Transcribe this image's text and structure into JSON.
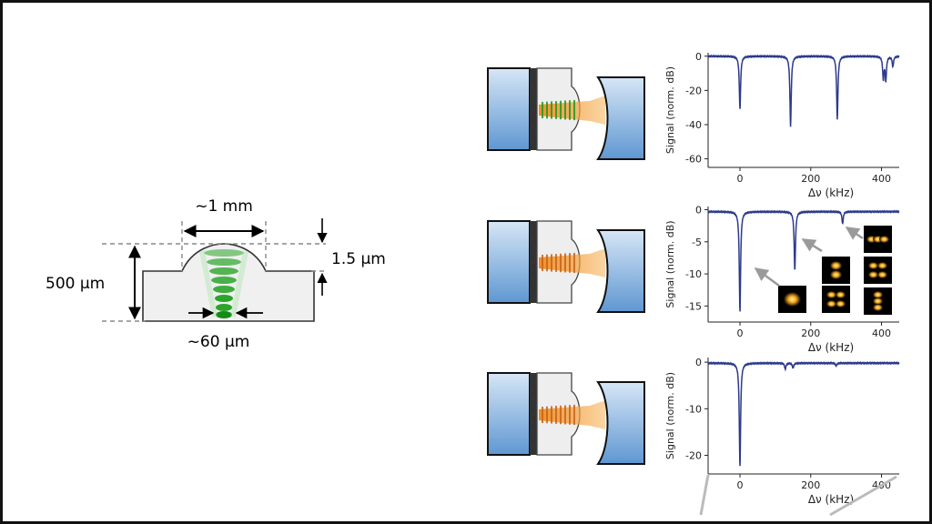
{
  "dome": {
    "width_label": "~1 mm",
    "height_label": "1.5 µm",
    "thickness_label": "500 µm",
    "spot_label": "~60 µm"
  },
  "colors": {
    "green": "#22aa22",
    "orange": "#f39a2c",
    "mirror_blue_top": "#c8ddf2",
    "mirror_blue_bottom": "#6ea3d8",
    "trace": "#2c3a8c"
  },
  "chart_data": [
    {
      "type": "line",
      "xlabel": "Δν (kHz)",
      "ylabel": "Signal (norm. dB)",
      "xlim": [
        -90,
        450
      ],
      "ylim": [
        -65,
        2
      ],
      "xticks": [
        0,
        200,
        400
      ],
      "yticks": [
        0,
        -20,
        -40,
        -60
      ],
      "baseline": 0,
      "dips": [
        {
          "x": 0,
          "depth": -31
        },
        {
          "x": 143,
          "depth": -41
        },
        {
          "x": 275,
          "depth": -37
        },
        {
          "x": 405,
          "depth": -13
        },
        {
          "x": 412,
          "depth": -14
        },
        {
          "x": 432,
          "depth": -6
        }
      ]
    },
    {
      "type": "line",
      "xlabel": "Δν (kHz)",
      "ylabel": "Signal (norm. dB)",
      "xlim": [
        -90,
        450
      ],
      "ylim": [
        -17.5,
        0.5
      ],
      "xticks": [
        0,
        200,
        400
      ],
      "yticks": [
        0,
        -5,
        -10,
        -15
      ],
      "baseline": -0.3,
      "dips": [
        {
          "x": 0,
          "depth": -16
        },
        {
          "x": 155,
          "depth": -9.5
        },
        {
          "x": 290,
          "depth": -2.2
        }
      ],
      "insets": [
        {
          "mode": "TEM00"
        },
        {
          "mode": "TEM10"
        },
        {
          "mode": "TEM01"
        },
        {
          "mode": "TEM20"
        },
        {
          "mode": "TEM11"
        },
        {
          "mode": "TEM02"
        }
      ]
    },
    {
      "type": "line",
      "xlabel": "Δν (kHz)",
      "ylabel": "Signal (norm. dB)",
      "xlim": [
        -90,
        450
      ],
      "ylim": [
        -24,
        1
      ],
      "xticks": [
        0,
        200,
        400
      ],
      "yticks": [
        0,
        -10,
        -20
      ],
      "baseline": -0.2,
      "dips": [
        {
          "x": 0,
          "depth": -22.5
        },
        {
          "x": 128,
          "depth": -1.5
        },
        {
          "x": 150,
          "depth": -1.3
        },
        {
          "x": 272,
          "depth": -0.8
        }
      ]
    }
  ]
}
